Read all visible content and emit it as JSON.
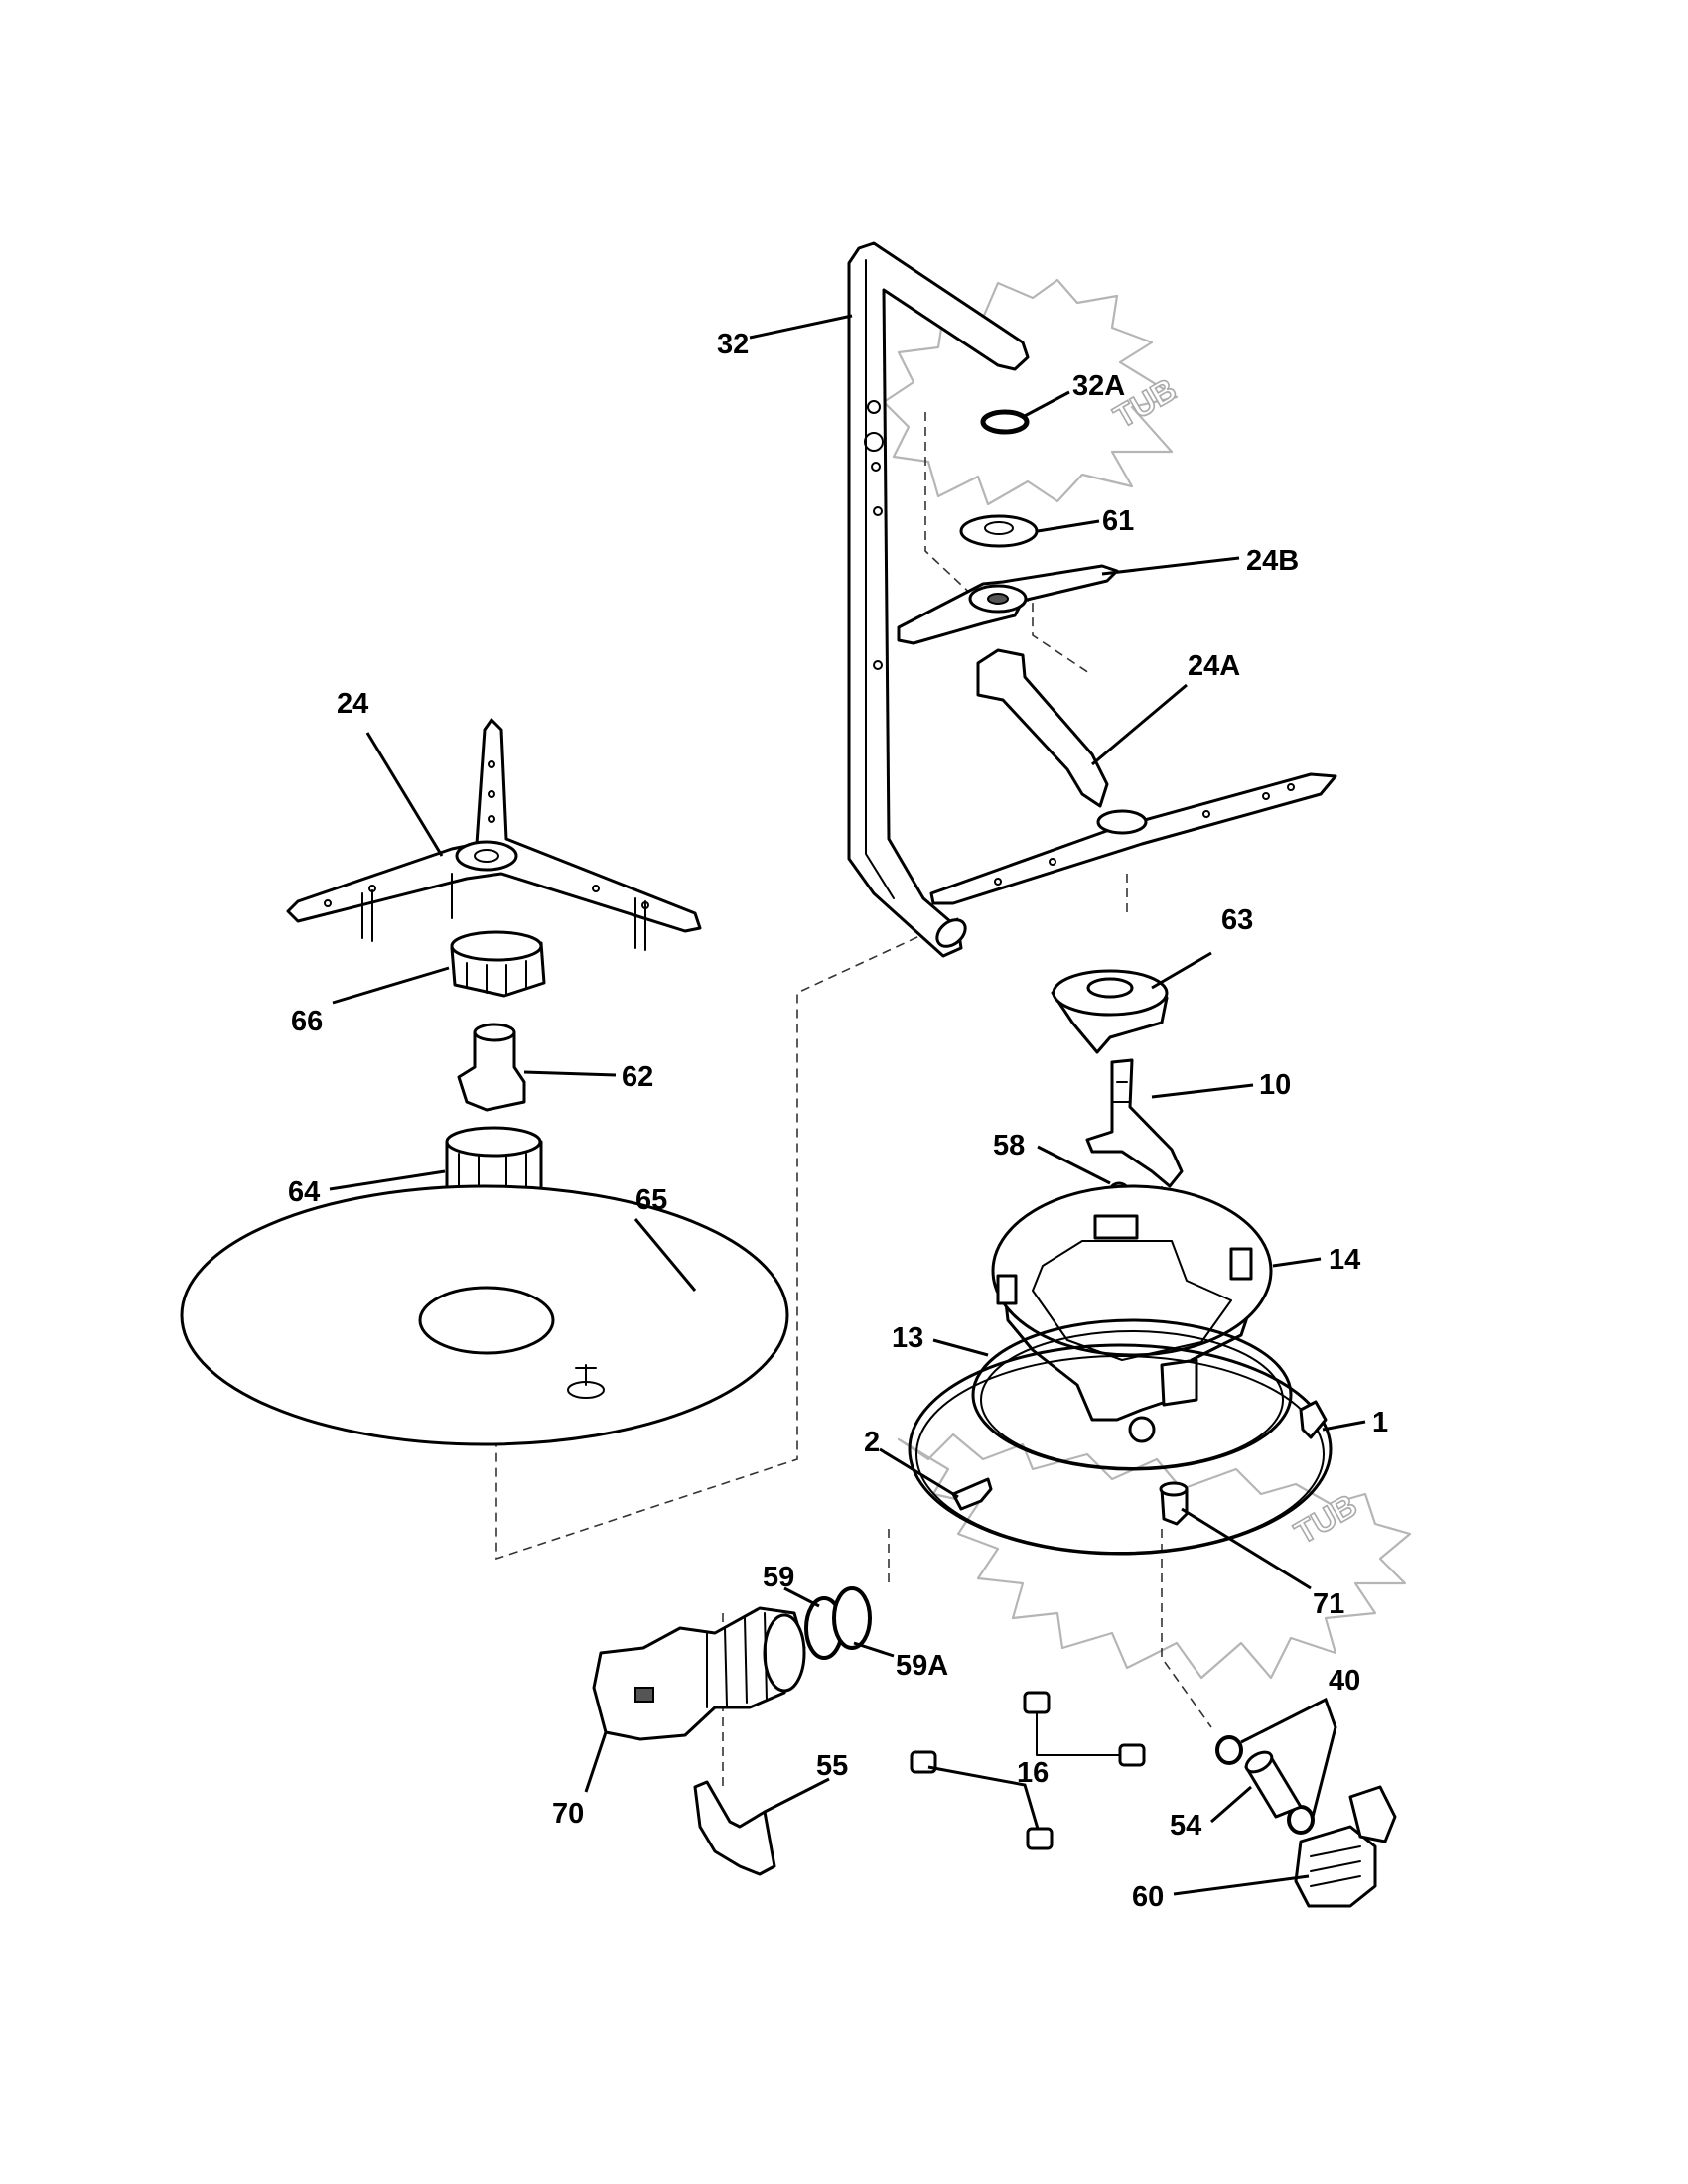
{
  "callouts": [
    {
      "id": "c-32",
      "text": "32"
    },
    {
      "id": "c-32a",
      "text": "32A"
    },
    {
      "id": "c-61",
      "text": "61"
    },
    {
      "id": "c-24b",
      "text": "24B"
    },
    {
      "id": "c-24a",
      "text": "24A"
    },
    {
      "id": "c-24",
      "text": "24"
    },
    {
      "id": "c-63",
      "text": "63"
    },
    {
      "id": "c-66",
      "text": "66"
    },
    {
      "id": "c-62",
      "text": "62"
    },
    {
      "id": "c-10",
      "text": "10"
    },
    {
      "id": "c-58",
      "text": "58"
    },
    {
      "id": "c-64",
      "text": "64"
    },
    {
      "id": "c-65",
      "text": "65"
    },
    {
      "id": "c-14",
      "text": "14"
    },
    {
      "id": "c-13",
      "text": "13"
    },
    {
      "id": "c-1",
      "text": "1"
    },
    {
      "id": "c-2",
      "text": "2"
    },
    {
      "id": "c-71",
      "text": "71"
    },
    {
      "id": "c-59",
      "text": "59"
    },
    {
      "id": "c-59a",
      "text": "59A"
    },
    {
      "id": "c-40",
      "text": "40"
    },
    {
      "id": "c-16",
      "text": "16"
    },
    {
      "id": "c-55",
      "text": "55"
    },
    {
      "id": "c-54",
      "text": "54"
    },
    {
      "id": "c-70",
      "text": "70"
    },
    {
      "id": "c-60",
      "text": "60"
    }
  ],
  "tub_labels": {
    "upper": "TUB",
    "lower": "TUB"
  }
}
